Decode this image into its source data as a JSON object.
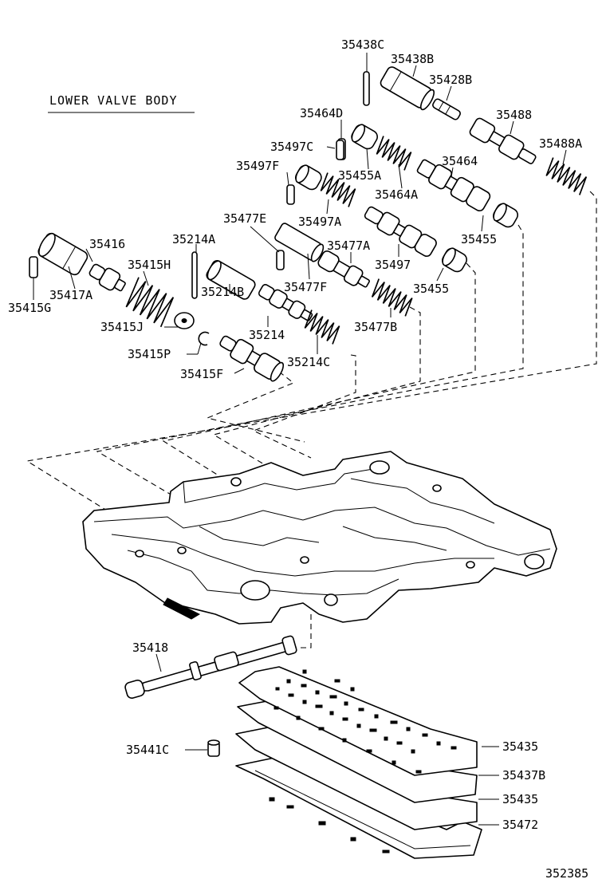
{
  "title": "LOWER VALVE BODY",
  "figure_code": "352385",
  "parts": {
    "p35438C": "35438C",
    "p35438B": "35438B",
    "p35428B": "35428B",
    "p35488": "35488",
    "p35488A": "35488A",
    "p35464D": "35464D",
    "p35497C": "35497C",
    "p35497F": "35497F",
    "p35455A": "35455A",
    "p35464": "35464",
    "p35464A": "35464A",
    "p35497A": "35497A",
    "p35455a": "35455",
    "p35455b": "35455",
    "p35477E": "35477E",
    "p35477A": "35477A",
    "p35477F": "35477F",
    "p35497": "35497",
    "p35214A": "35214A",
    "p35416": "35416",
    "p35415H": "35415H",
    "p35417A": "35417A",
    "p35415G": "35415G",
    "p35214B": "35214B",
    "p35415J": "35415J",
    "p35214": "35214",
    "p35477B": "35477B",
    "p35415P": "35415P",
    "p35214C": "35214C",
    "p35415F": "35415F",
    "p35418": "35418",
    "p35441C": "35441C",
    "p35435a": "35435",
    "p35437B": "35437B",
    "p35435b": "35435",
    "p35472": "35472"
  }
}
